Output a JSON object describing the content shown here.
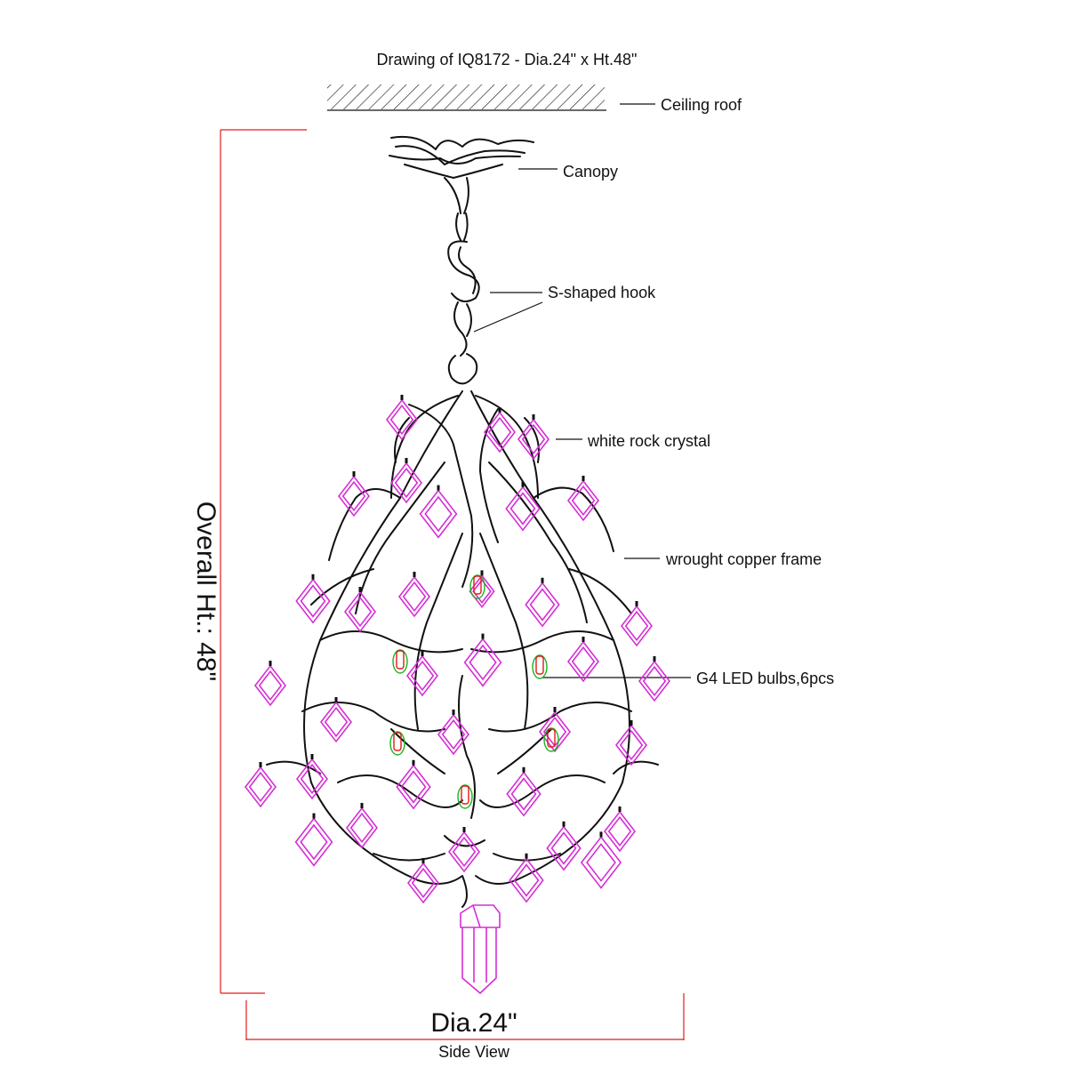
{
  "title": "Drawing of IQ8172 - Dia.24\" x Ht.48\"",
  "labels": {
    "ceiling": "Ceiling roof",
    "canopy": "Canopy",
    "hook": "S-shaped hook",
    "crystal": "white rock crystal",
    "frame": "wrought copper frame",
    "bulbs": "G4 LED bulbs,6pcs"
  },
  "dimensions": {
    "height": "Overall Ht.: 48\"",
    "diameter": "Dia.24\""
  },
  "view": "Side View",
  "colors": {
    "line": "#111111",
    "dimension": "#e31b1b",
    "crystal": "#d62ed6",
    "bulb_green": "#1bb31b",
    "bulb_red": "#e31b1b"
  }
}
